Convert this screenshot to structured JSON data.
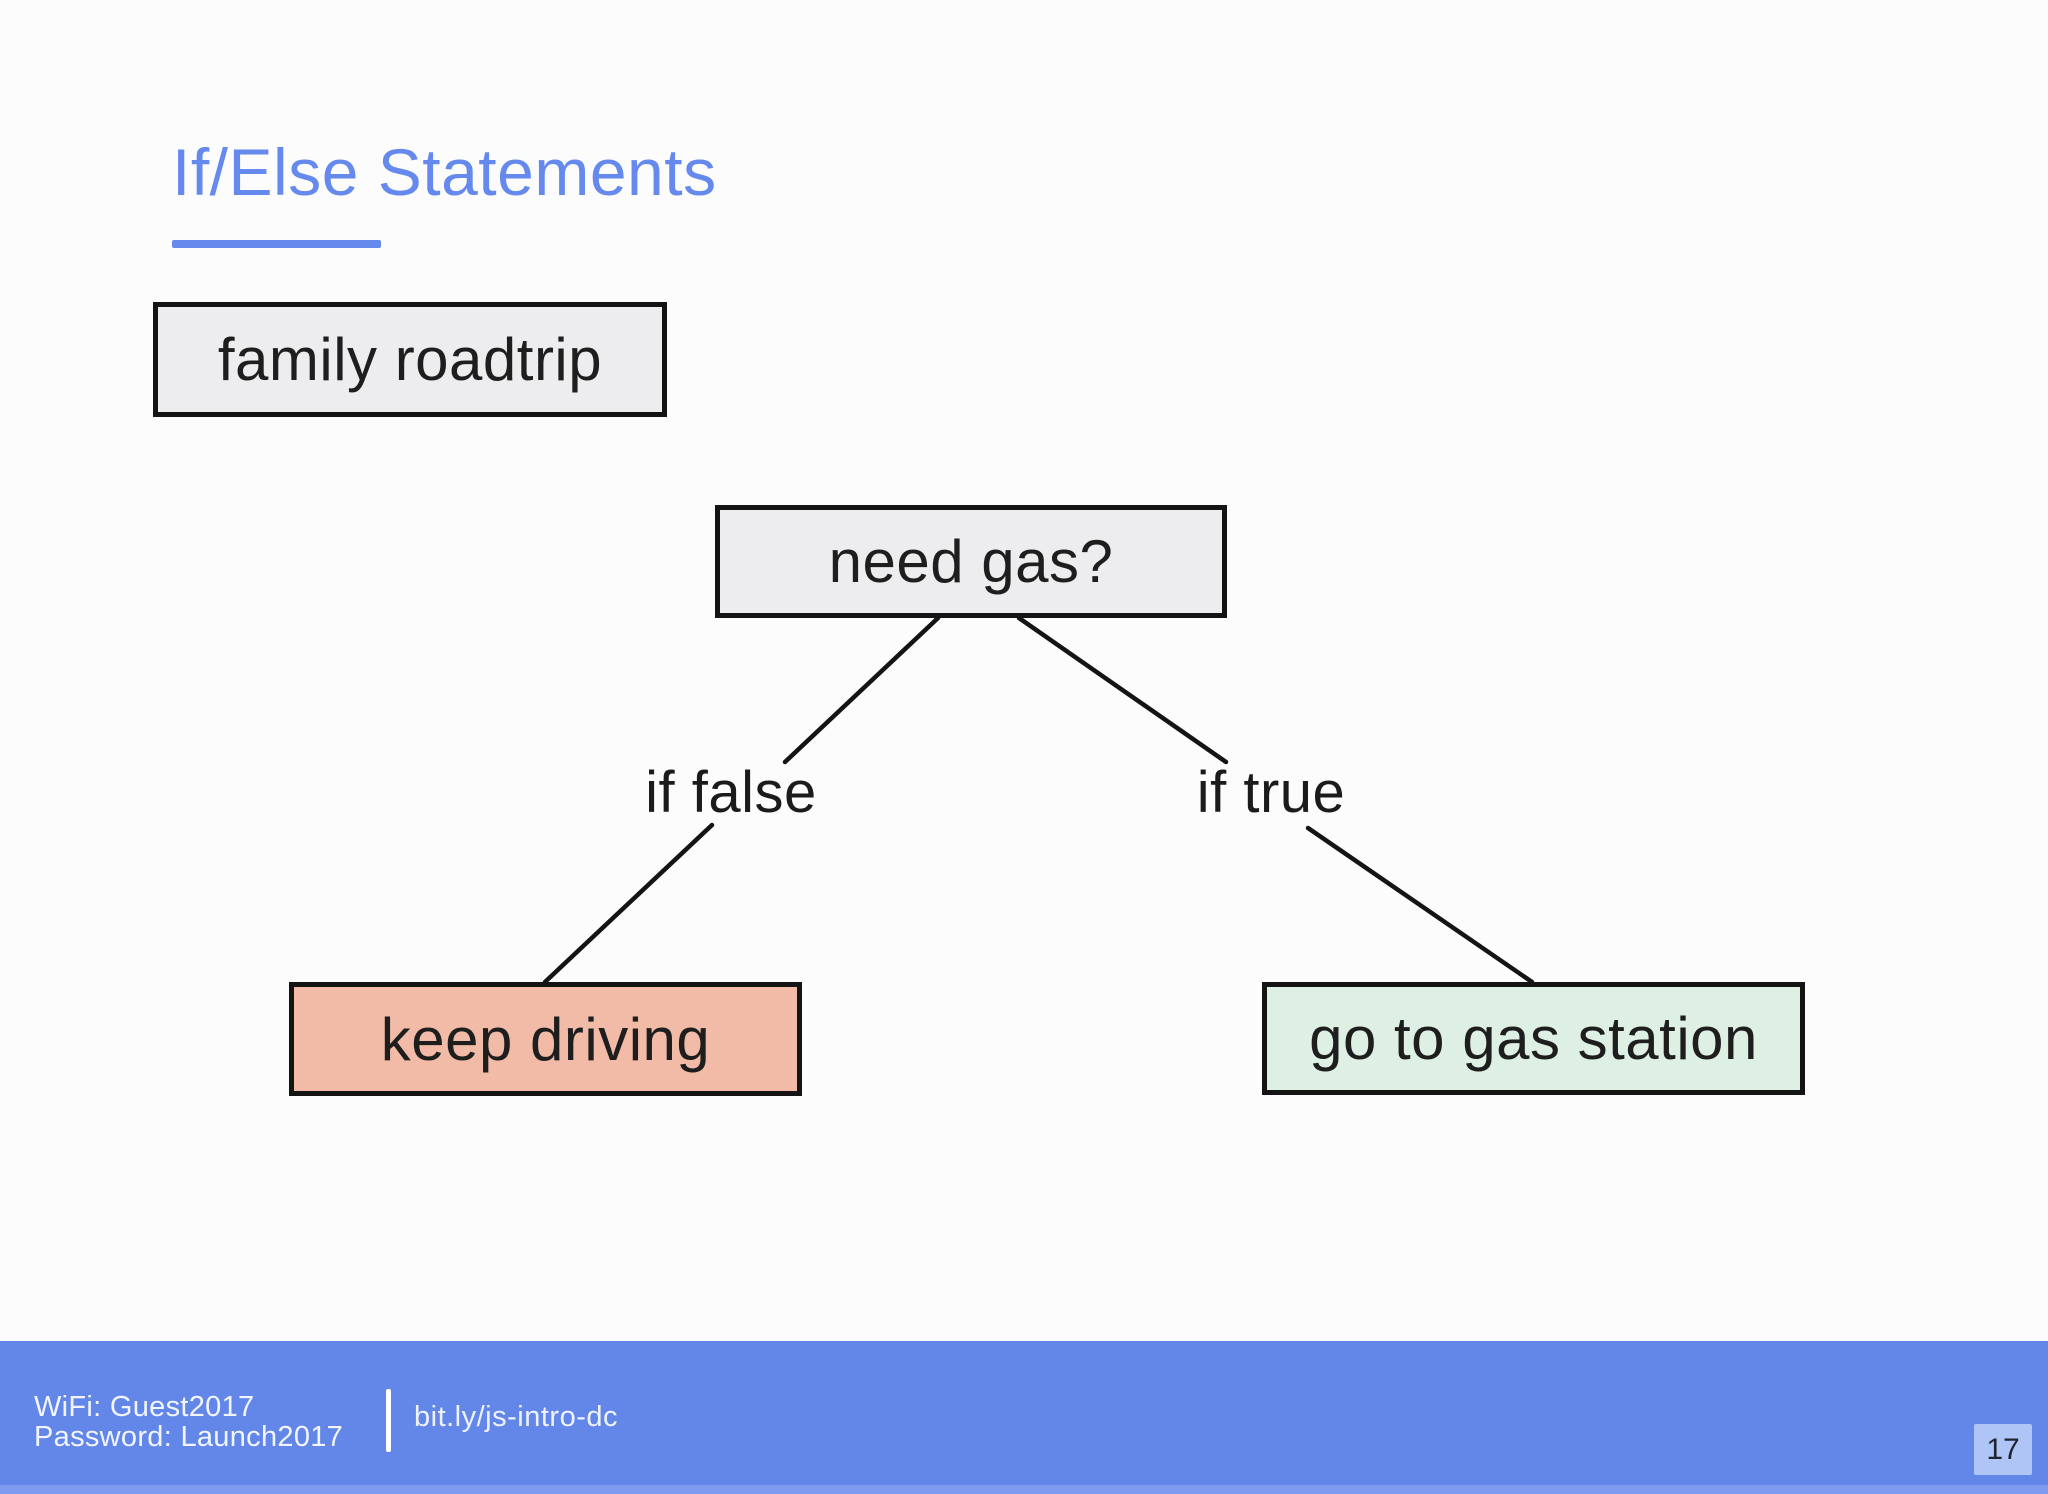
{
  "slide": {
    "title": "If/Else Statements",
    "page_number": "17",
    "background_color": "#fcfcfd"
  },
  "diagram": {
    "nodes": {
      "start": {
        "label": "family roadtrip",
        "fill": "#ededef"
      },
      "decision": {
        "label": "need gas?",
        "fill": "#ededef"
      },
      "false_result": {
        "label": "keep driving",
        "fill": "#f2bba7"
      },
      "true_result": {
        "label": "go to gas station",
        "fill": "#def0e4"
      }
    },
    "edges": {
      "false_branch": {
        "label": "if false"
      },
      "true_branch": {
        "label": "if true"
      }
    },
    "line_color": "#141414"
  },
  "footer": {
    "wifi": "WiFi: Guest2017",
    "password": "Password: Launch2017",
    "link": "bit.ly/js-intro-dc",
    "bar_color": "#6287e8"
  },
  "colors": {
    "accent_blue": "#6589ec",
    "node_border": "#141414",
    "node_text": "#1e1e1e",
    "footer_text": "#f2f5ff",
    "page_badge_fill": "#afc5f5"
  }
}
